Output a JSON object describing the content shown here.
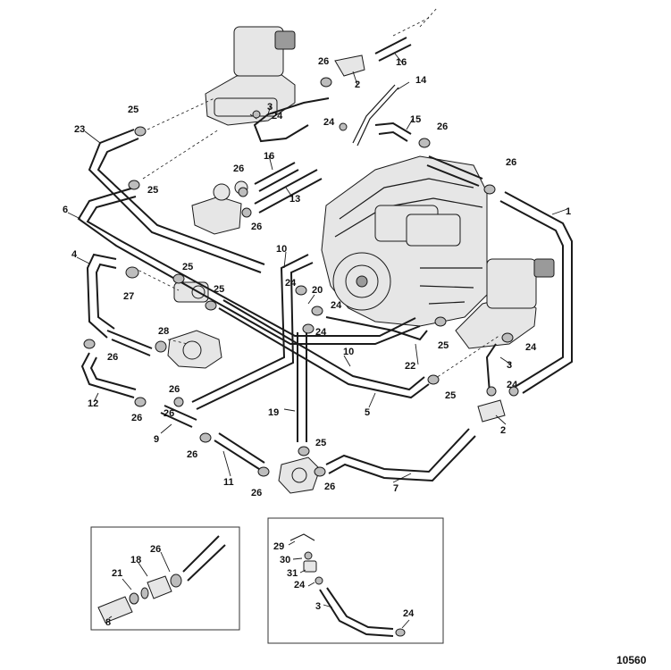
{
  "figure_number": "10560",
  "callouts": {
    "n1": "1",
    "n2a": "2",
    "n2b": "2",
    "n3a": "3",
    "n3b": "3",
    "n3c": "3",
    "n4": "4",
    "n5": "5",
    "n6": "6",
    "n7": "7",
    "n8": "8",
    "n9": "9",
    "n10a": "10",
    "n10b": "10",
    "n11": "11",
    "n12": "12",
    "n13": "13",
    "n14": "14",
    "n15": "15",
    "n16a": "16",
    "n16b": "16",
    "n18": "18",
    "n19": "19",
    "n20": "20",
    "n21": "21",
    "n22": "22",
    "n23": "23",
    "n24a": "24",
    "n24b": "24",
    "n24c": "24",
    "n24d": "24",
    "n24e": "24",
    "n24f": "24",
    "n24g": "24",
    "n24h": "24",
    "n25a": "25",
    "n25b": "25",
    "n25c": "25",
    "n25d": "25",
    "n25e": "25",
    "n25f": "25",
    "n25g": "25",
    "n26a": "26",
    "n26b": "26",
    "n26c": "26",
    "n26d": "26",
    "n26e": "26",
    "n26f": "26",
    "n26g": "26",
    "n26h": "26",
    "n26i": "26",
    "n26j": "26",
    "n26k": "26",
    "n26l": "26",
    "n26m": "26",
    "n27": "27",
    "n28": "28",
    "n29": "29",
    "n30": "30",
    "n31": "31"
  }
}
